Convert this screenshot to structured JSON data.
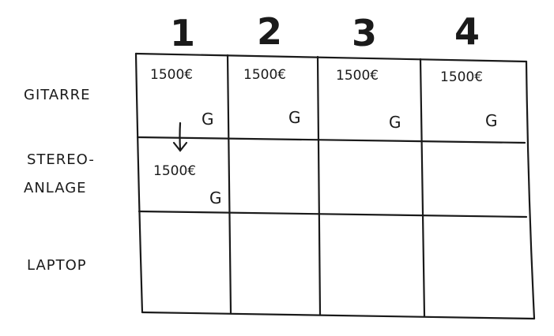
{
  "columns": [
    "1",
    "2",
    "3",
    "4"
  ],
  "rows": [
    {
      "label_lines": [
        "GITARRE"
      ]
    },
    {
      "label_lines": [
        "STEREO-",
        "ANLAGE"
      ]
    },
    {
      "label_lines": [
        "LAPTOP"
      ]
    }
  ],
  "cells": [
    [
      {
        "value": "1500€",
        "item": "G"
      },
      {
        "value": "1500€",
        "item": "G"
      },
      {
        "value": "1500€",
        "item": "G"
      },
      {
        "value": "1500€",
        "item": "G"
      }
    ],
    [
      {
        "value": "1500€",
        "item": "G"
      },
      {
        "value": "",
        "item": ""
      },
      {
        "value": "",
        "item": ""
      },
      {
        "value": "",
        "item": ""
      }
    ],
    [
      {
        "value": "",
        "item": ""
      },
      {
        "value": "",
        "item": ""
      },
      {
        "value": "",
        "item": ""
      },
      {
        "value": "",
        "item": ""
      }
    ]
  ],
  "annotations": [
    {
      "type": "down-arrow",
      "from_row": 0,
      "to_row": 1,
      "column": 0
    }
  ]
}
